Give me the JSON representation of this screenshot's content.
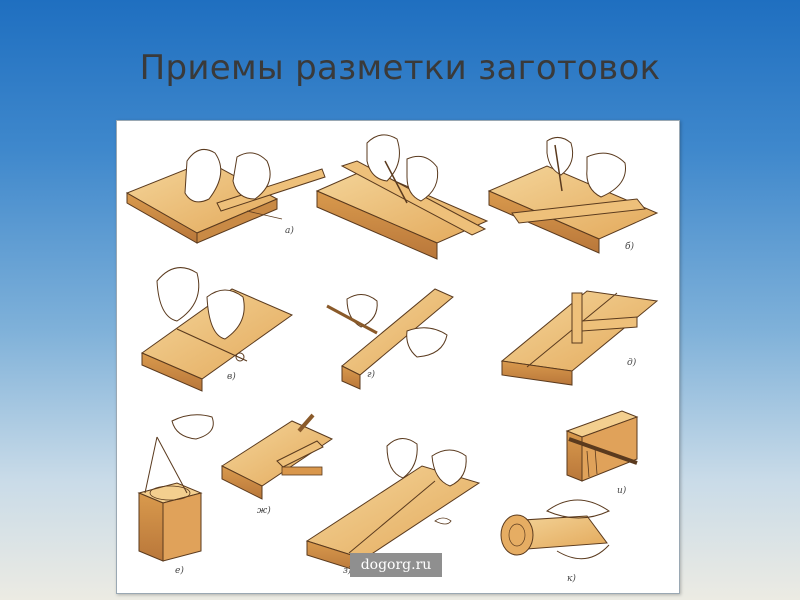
{
  "slide": {
    "title": "Приемы разметки заготовок"
  },
  "figure": {
    "watermark": "dogorg.ru",
    "panel_labels": [
      "а)",
      "б)",
      "в)",
      "г)",
      "д)",
      "е)",
      "ж)",
      "з)",
      "и)",
      "к)"
    ]
  },
  "colors": {
    "wood": "#e6ad63",
    "wood_light": "#f3cf8f",
    "wood_dark": "#b7773a",
    "ink": "#5a3a1e"
  }
}
